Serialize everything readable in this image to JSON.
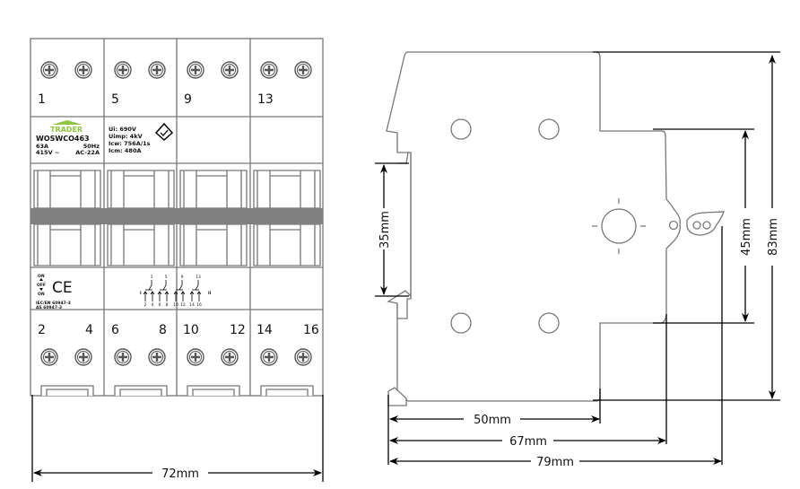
{
  "front_view": {
    "top_terminals": [
      "1",
      "5",
      "9",
      "13"
    ],
    "bottom_terminals": [
      "2",
      "4",
      "6",
      "8",
      "10",
      "12",
      "14",
      "16"
    ],
    "label": {
      "brand": "TRADER",
      "model": "WOSWCO463",
      "current": "63A",
      "frequency": "50Hz",
      "voltage": "415V ~",
      "category": "AC-22A"
    },
    "ratings": [
      "Ui: 690V",
      "Uimp: 4kV",
      "Icw: 756A/1s",
      "Icm: 480A"
    ],
    "positions": {
      "on_top": "ON",
      "off": "OFF",
      "on_bottom": "ON"
    },
    "ce_mark": "CE",
    "standards": [
      "IEC/EN 60947-3",
      "AS 60947-3"
    ],
    "schematic": {
      "top_numbers": [
        "1",
        "5",
        "9",
        "13"
      ],
      "bottom_numbers": [
        "2",
        "4",
        "6",
        "8",
        "10",
        "12",
        "14",
        "16"
      ],
      "left_label": "I",
      "right_label": "II"
    },
    "width_dimension": "72mm"
  },
  "side_view": {
    "dimensions": {
      "din_rail": "35mm",
      "front_height": "45mm",
      "total_height": "83mm",
      "depth_to_front": "50mm",
      "depth_to_face": "67mm",
      "depth_total": "79mm"
    }
  },
  "colors": {
    "brand_green": "#8dc63f",
    "handle_bar": "#808080"
  }
}
